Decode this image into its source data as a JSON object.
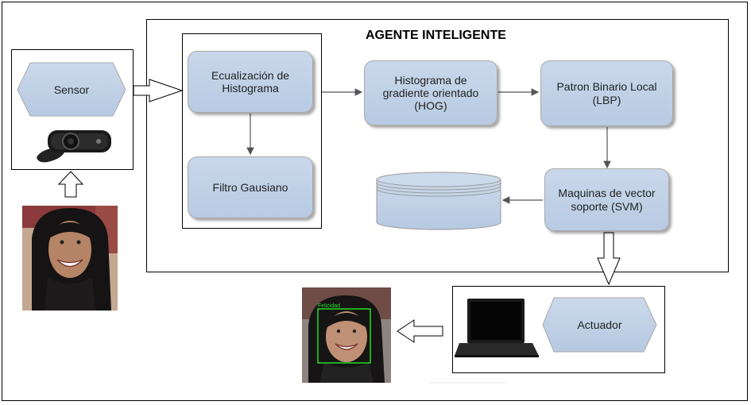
{
  "title": "AGENTE INTELIGENTE",
  "nodes": {
    "sensor": "Sensor",
    "ecualizacion": "Ecualización de\nHistograma",
    "filtro": "Filtro Gausiano",
    "hog": "Histograma  de\ngradiente orientado\n(HOG)",
    "lbp": "Patron Binario Local\n(LBP)",
    "svm": "Maquinas de vector\nsoporte (SVM)",
    "actuador": "Actuador"
  },
  "detection_label": "Felicidad",
  "colors": {
    "node_fill": "#c5d4e8",
    "node_border": "#a9a9a9",
    "detection_box": "#22dd22"
  }
}
